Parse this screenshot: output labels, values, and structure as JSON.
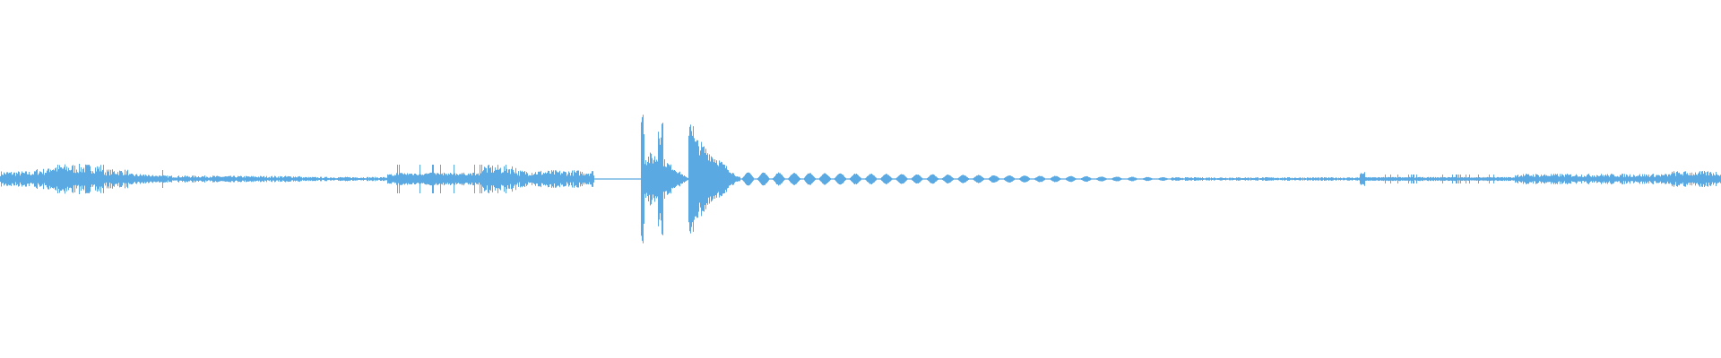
{
  "waveform": {
    "color": "#5aa9e2",
    "background": "#ffffff",
    "segments": [
      {
        "from": 0.0,
        "to": 0.02,
        "amp": 0.045,
        "texture": "noisy"
      },
      {
        "from": 0.02,
        "to": 0.028,
        "amp": 0.06,
        "texture": "noisy"
      },
      {
        "from": 0.028,
        "to": 0.06,
        "amp": 0.085,
        "texture": "noisy"
      },
      {
        "from": 0.06,
        "to": 0.075,
        "amp": 0.055,
        "texture": "noisy"
      },
      {
        "from": 0.075,
        "to": 0.085,
        "amp": 0.03,
        "texture": "noisy"
      },
      {
        "from": 0.085,
        "to": 0.095,
        "amp": 0.05,
        "texture": "spiky"
      },
      {
        "from": 0.095,
        "to": 0.125,
        "amp": 0.02,
        "texture": "noisy"
      },
      {
        "from": 0.125,
        "to": 0.175,
        "amp": 0.018,
        "texture": "noisy"
      },
      {
        "from": 0.175,
        "to": 0.225,
        "amp": 0.012,
        "texture": "noisy"
      },
      {
        "from": 0.225,
        "to": 0.23,
        "amp": 0.06,
        "texture": "spiky"
      },
      {
        "from": 0.23,
        "to": 0.28,
        "amp": 0.08,
        "texture": "spiky"
      },
      {
        "from": 0.28,
        "to": 0.3,
        "amp": 0.08,
        "texture": "noisy"
      },
      {
        "from": 0.3,
        "to": 0.345,
        "amp": 0.05,
        "texture": "noisy"
      },
      {
        "from": 0.345,
        "to": 0.372,
        "amp": 0.004,
        "texture": "flat"
      },
      {
        "from": 0.372,
        "to": 0.374,
        "amp": 0.44,
        "texture": "burst"
      },
      {
        "from": 0.374,
        "to": 0.382,
        "amp": 0.15,
        "texture": "burst"
      },
      {
        "from": 0.382,
        "to": 0.385,
        "amp": 0.38,
        "texture": "burst"
      },
      {
        "from": 0.385,
        "to": 0.4,
        "amp": 0.12,
        "texture": "decay"
      },
      {
        "from": 0.4,
        "to": 0.403,
        "amp": 0.42,
        "texture": "burst"
      },
      {
        "from": 0.403,
        "to": 0.43,
        "amp": 0.25,
        "texture": "decay"
      },
      {
        "from": 0.43,
        "to": 0.68,
        "amp": 0.04,
        "texture": "blobs"
      },
      {
        "from": 0.68,
        "to": 0.79,
        "amp": 0.01,
        "texture": "noisy"
      },
      {
        "from": 0.79,
        "to": 0.793,
        "amp": 0.09,
        "texture": "spiky"
      },
      {
        "from": 0.793,
        "to": 0.88,
        "amp": 0.025,
        "texture": "spiky"
      },
      {
        "from": 0.88,
        "to": 0.97,
        "amp": 0.03,
        "texture": "noisy"
      },
      {
        "from": 0.97,
        "to": 1.0,
        "amp": 0.045,
        "texture": "noisy"
      }
    ]
  }
}
